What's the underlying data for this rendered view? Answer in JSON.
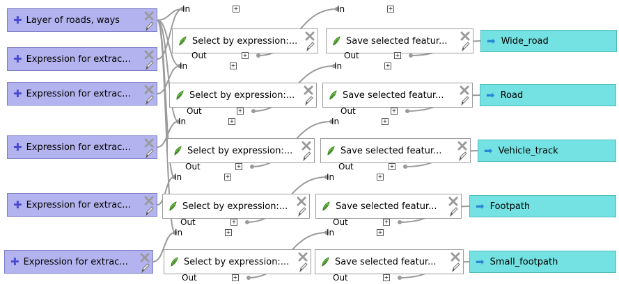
{
  "inputs": [
    {
      "id": "layer",
      "label": "Layer of roads, ways"
    },
    {
      "id": "e1",
      "label": "Expression for extrac..."
    },
    {
      "id": "e2",
      "label": "Expression for extrac..."
    },
    {
      "id": "e3",
      "label": "Expression for extrac..."
    },
    {
      "id": "e4",
      "label": "Expression for extrac..."
    },
    {
      "id": "e5",
      "label": "Expression for extrac..."
    }
  ],
  "rows": [
    {
      "select_label": "Select by expression:...",
      "save_label": "Save selected featur...",
      "output_label": "Wide_road"
    },
    {
      "select_label": "Select by expression:...",
      "save_label": "Save selected featur...",
      "output_label": "Road"
    },
    {
      "select_label": "Select by expression:...",
      "save_label": "Save selected featur...",
      "output_label": "Vehicle_track"
    },
    {
      "select_label": "Select by expression:...",
      "save_label": "Save selected featur...",
      "output_label": "Footpath"
    },
    {
      "select_label": "Select by expression:...",
      "save_label": "Save selected featur...",
      "output_label": "Small_footpath"
    }
  ],
  "port_labels": {
    "in": "In",
    "out": "Out",
    "expand": "+"
  },
  "colors": {
    "input_fill": "#b3b3ef",
    "output_fill": "#74e2e2",
    "wire": "#9a9a9a"
  }
}
